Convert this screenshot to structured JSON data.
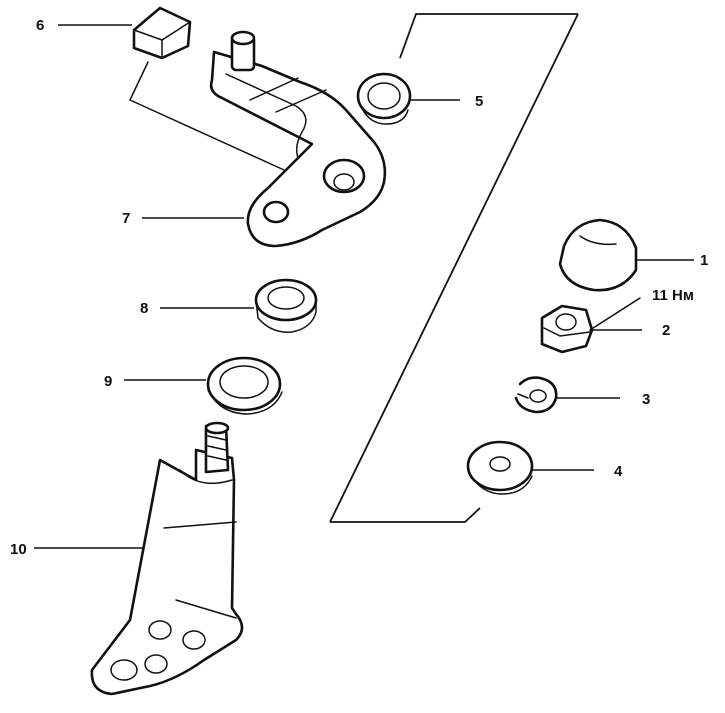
{
  "callouts": [
    {
      "id": "1",
      "text": "1"
    },
    {
      "id": "2",
      "text": "2"
    },
    {
      "id": "3",
      "text": "3"
    },
    {
      "id": "4",
      "text": "4"
    },
    {
      "id": "5",
      "text": "5"
    },
    {
      "id": "6",
      "text": "6"
    },
    {
      "id": "7",
      "text": "7"
    },
    {
      "id": "8",
      "text": "8"
    },
    {
      "id": "9",
      "text": "9"
    },
    {
      "id": "10",
      "text": "10"
    }
  ],
  "torque": "11 Нм"
}
